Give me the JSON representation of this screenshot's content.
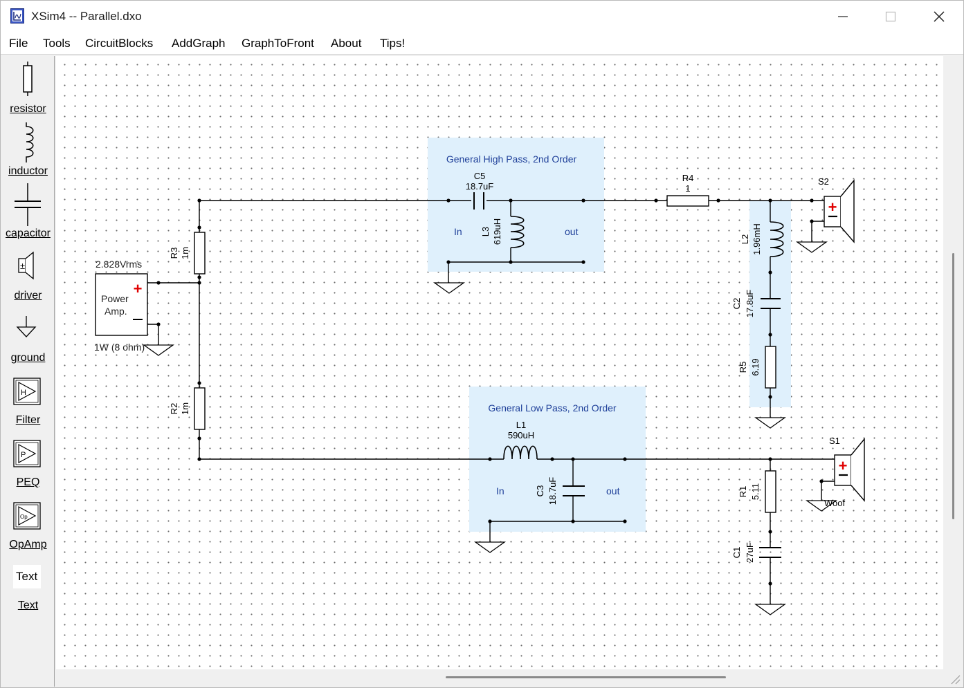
{
  "window": {
    "title": "XSim4 -- Parallel.dxo"
  },
  "menu": [
    "File",
    "Tools",
    "CircuitBlocks",
    "AddGraph",
    "GraphToFront",
    "About",
    "Tips!"
  ],
  "palette": [
    {
      "label": "resistor",
      "icon": "resistor-icon"
    },
    {
      "label": "inductor",
      "icon": "inductor-icon"
    },
    {
      "label": "capacitor",
      "icon": "capacitor-icon"
    },
    {
      "label": "driver",
      "icon": "driver-icon"
    },
    {
      "label": "ground",
      "icon": "ground-icon"
    },
    {
      "label": "Filter",
      "icon": "filter-icon"
    },
    {
      "label": "PEQ",
      "icon": "peq-icon"
    },
    {
      "label": "OpAmp",
      "icon": "opamp-icon"
    },
    {
      "label": "Text",
      "icon": "text-icon",
      "icon_text": "Text"
    }
  ],
  "colors": {
    "block_fill": "#dff0fc",
    "block_title": "#1e3f99",
    "plus": "#e00000",
    "wire": "#000000"
  },
  "circuit": {
    "amp": {
      "voltage": "2.828Vrms",
      "name_line1": "Power",
      "name_line2": "Amp.",
      "power": "1W (8 ohm)"
    },
    "r3": {
      "name": "R3",
      "value": "1m"
    },
    "r2": {
      "name": "R2",
      "value": "1m"
    },
    "high_pass": {
      "title": "General High Pass, 2nd Order",
      "in": "In",
      "out": "out",
      "c5": {
        "name": "C5",
        "value": "18.7uF"
      },
      "l3": {
        "name": "L3",
        "value": "619uH"
      }
    },
    "low_pass": {
      "title": "General Low Pass, 2nd Order",
      "in": "In",
      "out": "out",
      "l1": {
        "name": "L1",
        "value": "590uH"
      },
      "c3": {
        "name": "C3",
        "value": "18.7uF"
      }
    },
    "r4": {
      "name": "R4",
      "value": "1"
    },
    "l2": {
      "name": "L2",
      "value": "1.96mH"
    },
    "c2": {
      "name": "C2",
      "value": "17.8uF"
    },
    "r5": {
      "name": "R5",
      "value": "6.19"
    },
    "r1": {
      "name": "R1",
      "value": "5.11"
    },
    "c1": {
      "name": "C1",
      "value": "27uF"
    },
    "s2": {
      "name": "S2"
    },
    "s1": {
      "name": "S1",
      "label": "Woof"
    }
  }
}
